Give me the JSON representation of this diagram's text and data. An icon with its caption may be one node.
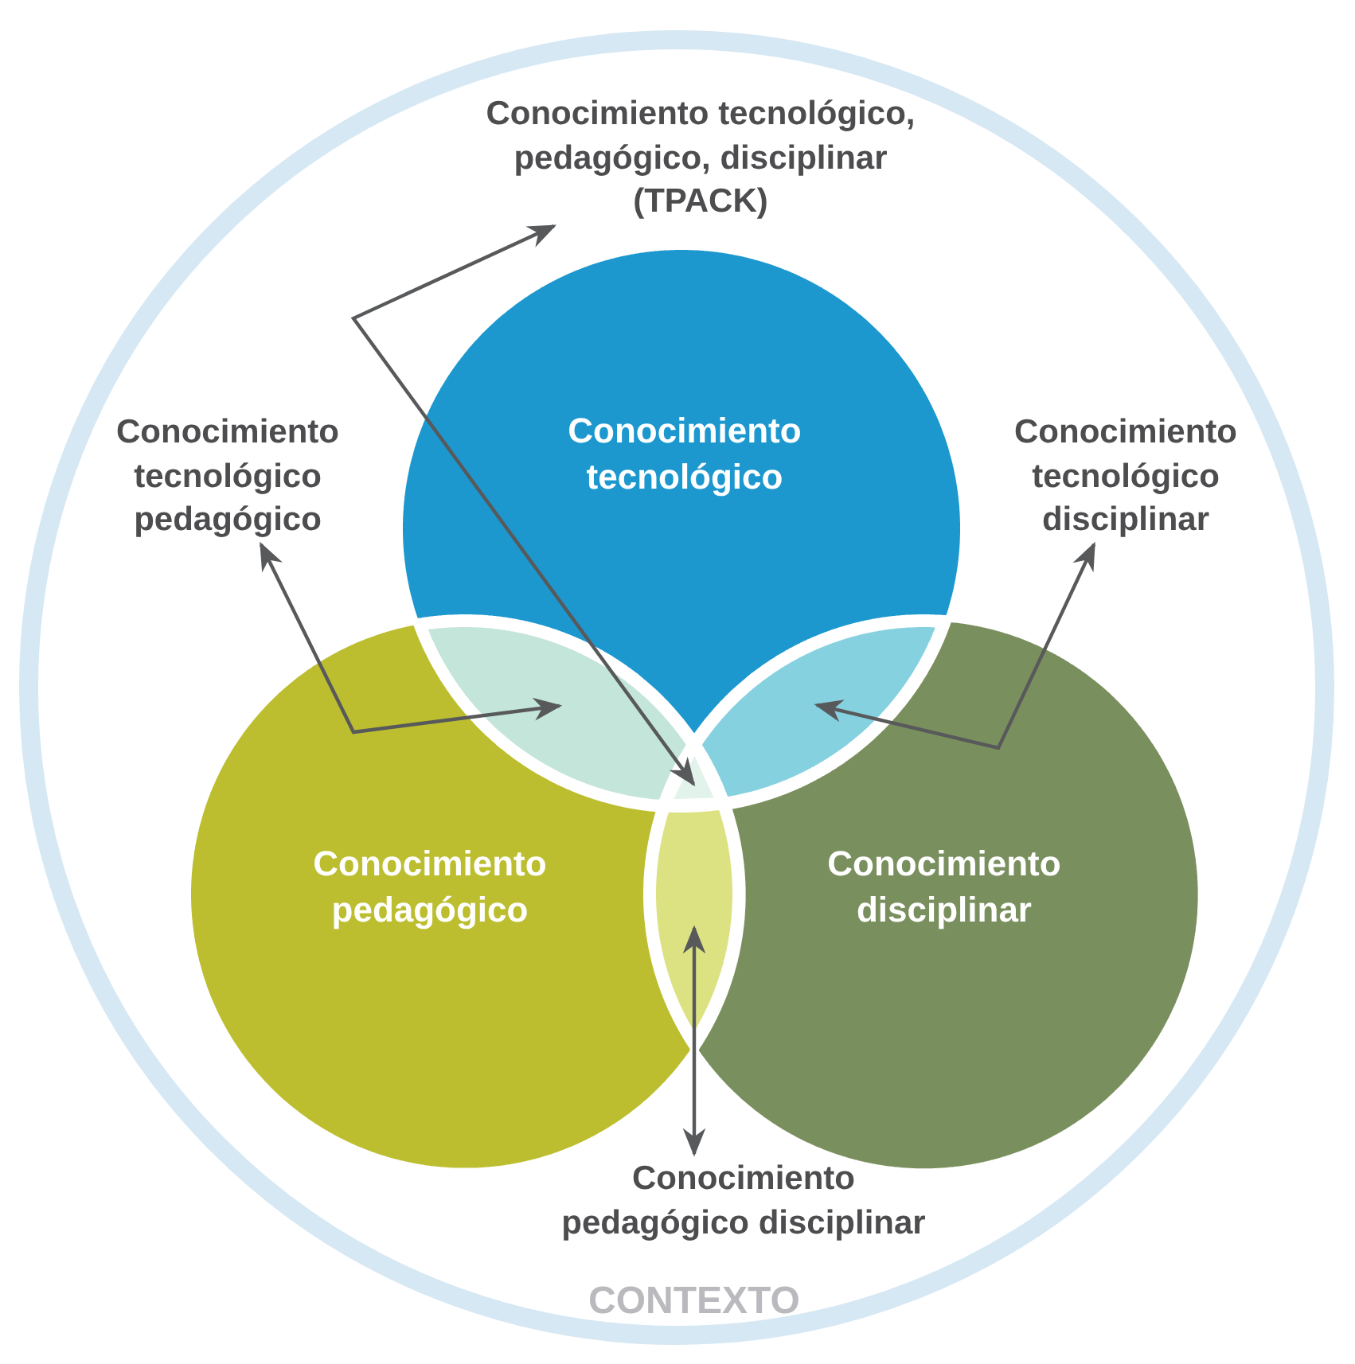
{
  "diagram": {
    "nodes": [
      {
        "text": [
          "CONTEXTO"
        ]
      },
      {
        "text": [
          "Conocimiento tecnológico, pedagógico, disciplinar (TPACK)"
        ],
        "in": 0
      },
      {
        "text": [
          "Conocimiento tecnológico pedagógico"
        ],
        "in": 0
      },
      {
        "text": [
          "Conocimiento tecnológico"
        ],
        "in": 0
      },
      {
        "text": [
          "Conocimiento tecnológico disciplinar"
        ],
        "in": 0
      },
      {
        "text": [
          "Conocimiento pedagógico"
        ],
        "in": 0
      },
      {
        "text": [
          "Conocimiento disciplinar"
        ],
        "in": 0
      },
      {
        "text": [
          "Conocimiento pedagógico disciplinar"
        ],
        "in": 0
      },
      {
        "text": [],
        "shape": "lens",
        "in": 0
      },
      {
        "text": [],
        "shape": "lens",
        "in": 0
      },
      {
        "text": [],
        "shape": "triangle",
        "in": 0
      },
      {
        "text": [],
        "shape": "lens",
        "in": 0
      }
    ],
    "edges": [
      {
        "from": 1,
        "to": 10,
        "arrow": "both"
      },
      {
        "from": 2,
        "to": 8,
        "arrow": "both"
      },
      {
        "from": 4,
        "to": 9,
        "arrow": "both"
      },
      {
        "from": 7,
        "to": 11,
        "arrow": "both"
      }
    ]
  }
}
